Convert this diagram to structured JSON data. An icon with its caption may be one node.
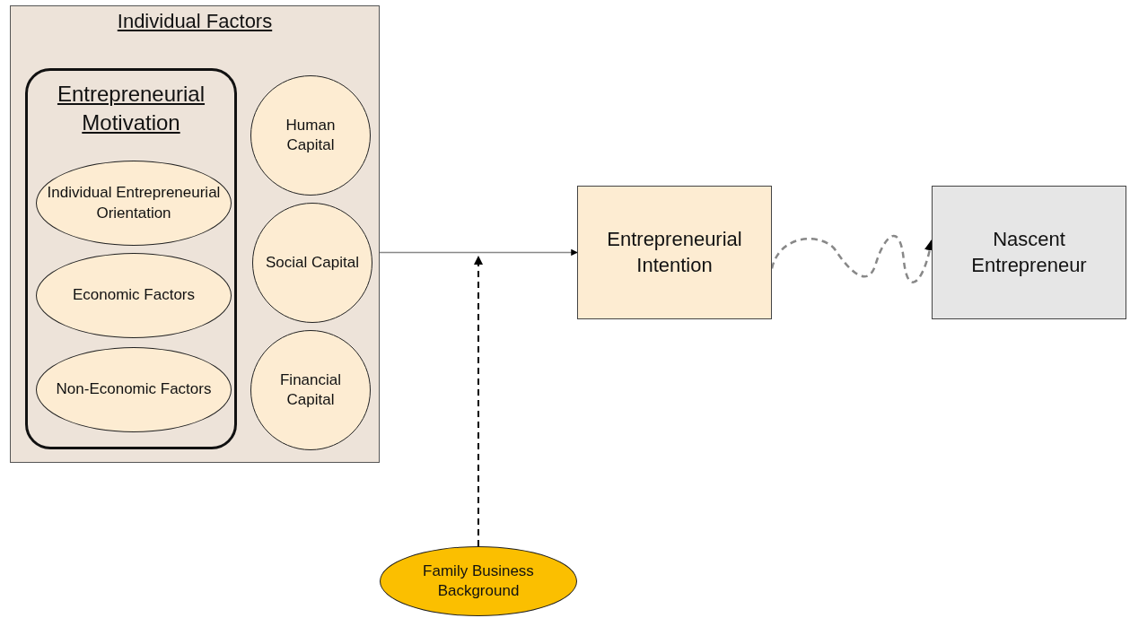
{
  "diagram": {
    "nodes": [
      {
        "text": [
          "Individual Factors"
        ]
      },
      {
        "text": [
          "Entrepreneurial Motivation"
        ],
        "in": 0
      },
      {
        "text": [
          "Individual Entrepreneurial Orientation"
        ],
        "in": 1
      },
      {
        "text": [
          "Economic Factors"
        ],
        "in": 1
      },
      {
        "text": [
          "Non-Economic Factors"
        ],
        "in": 1
      },
      {
        "text": [
          "Human Capital"
        ],
        "in": 0
      },
      {
        "text": [
          "Social Capital"
        ],
        "in": 0
      },
      {
        "text": [
          "Financial Capital"
        ],
        "in": 0
      },
      {
        "text": [
          "Entrepreneurial Intention"
        ]
      },
      {
        "text": [
          "Nascent Entrepreneur"
        ]
      },
      {
        "text": [
          "Family Business Background"
        ]
      }
    ],
    "edges": [
      {
        "from": 0,
        "to": 8,
        "arrow": "to",
        "color": "#888888"
      },
      {
        "from": 10,
        "to": null,
        "arrow": "to",
        "style": "dashed",
        "color": "#000000"
      },
      {
        "from": 8,
        "to": 9,
        "arrow": "to",
        "style": "dashed",
        "color": "#888888"
      }
    ]
  }
}
